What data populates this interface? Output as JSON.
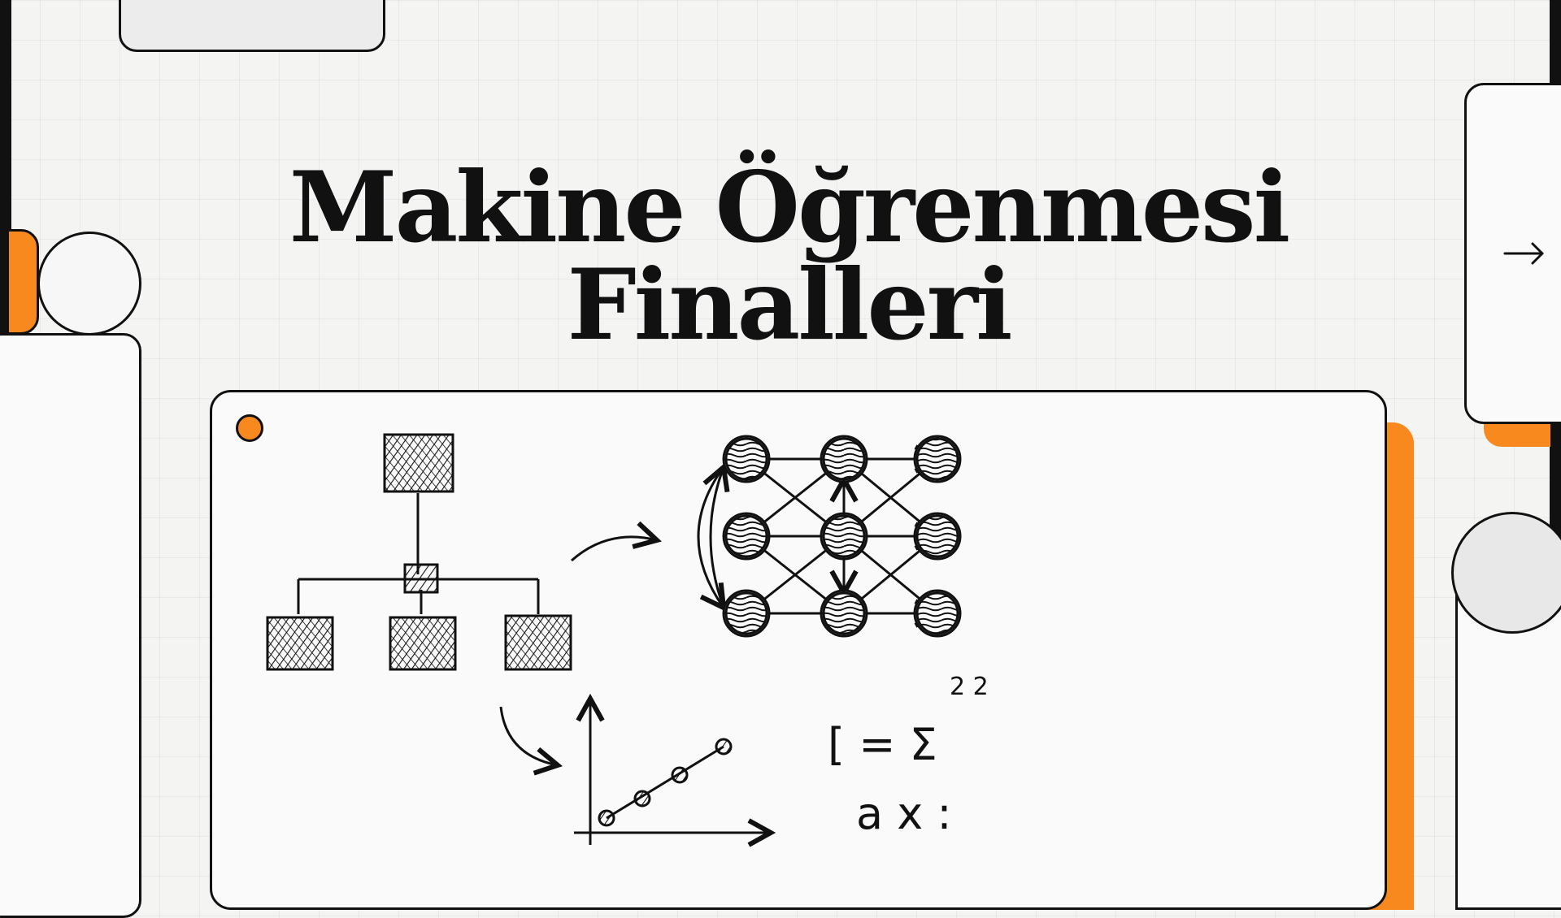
{
  "slide": {
    "title": "Makine Öğrenmesi Finalleri"
  },
  "navigation": {
    "next_icon": "arrow-right-icon"
  },
  "illustration": {
    "formula_line_1": "[ = Σ",
    "formula_superscript": "2 2",
    "formula_line_2": "a x :"
  },
  "colors": {
    "accent": "#f7891f",
    "ink": "#111111",
    "background": "#f4f4f3",
    "card": "#fafafa"
  }
}
